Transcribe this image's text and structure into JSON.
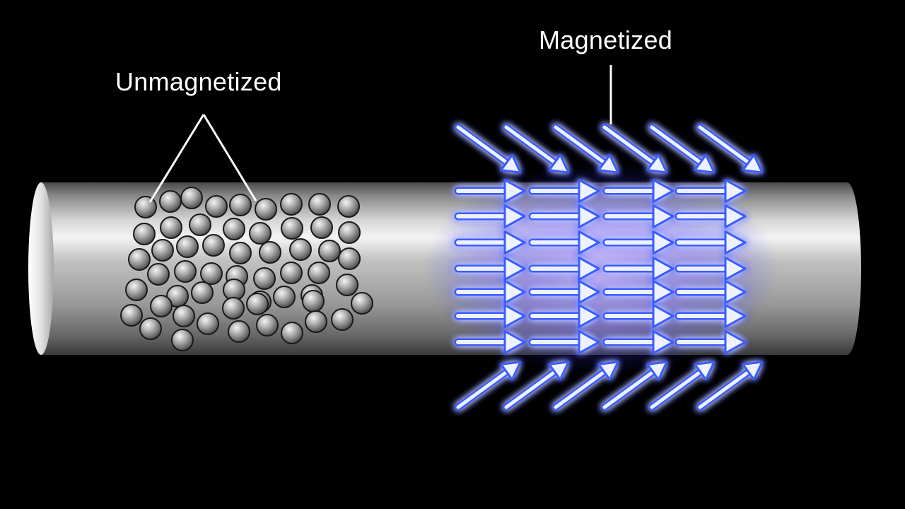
{
  "labels": {
    "unmagnetized": "Unmagnetized",
    "magnetized": "Magnetized"
  },
  "colors": {
    "background": "#000000",
    "rod": "#b8b8b8",
    "arrow_glow": "#3a5cff",
    "arrow_core": "#eef2ff",
    "label": "#ffffff"
  },
  "diagram": {
    "unmagnetized_domains": "random",
    "magnetized_domains": "aligned",
    "aligned_direction": "right"
  }
}
